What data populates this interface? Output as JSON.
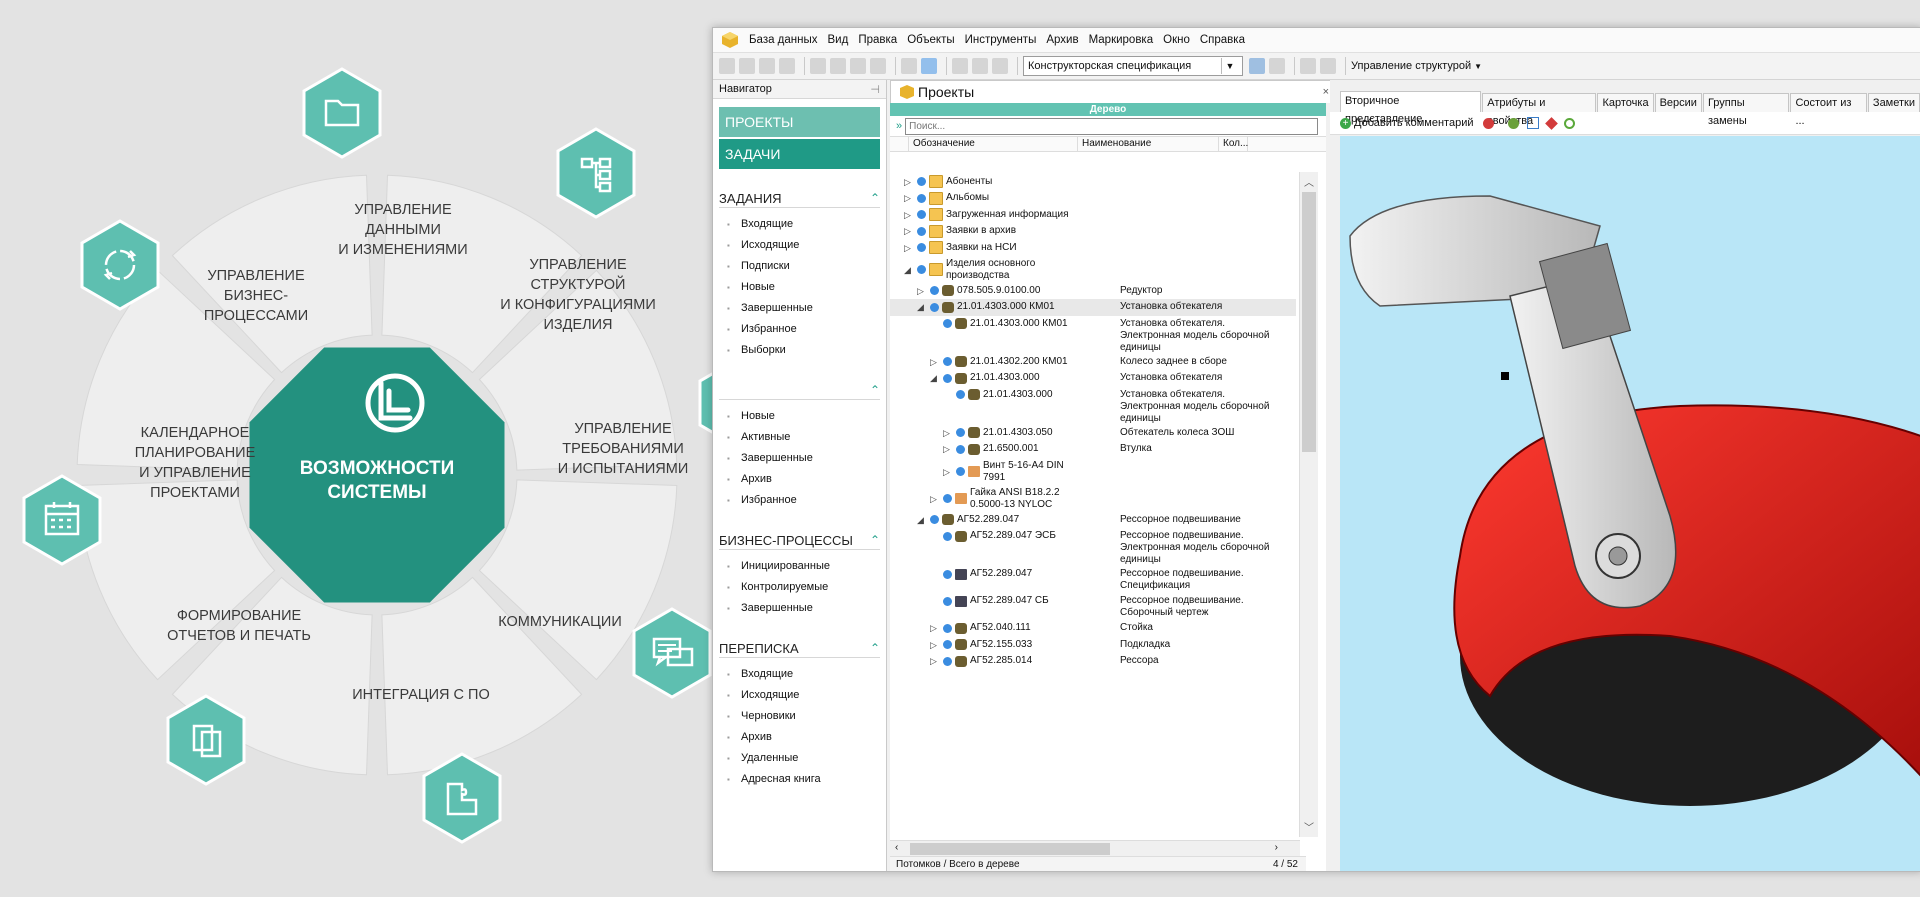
{
  "wheel": {
    "center_label": "ВОЗМОЖНОСТИ\nСИСТЕМЫ",
    "segments": [
      {
        "label": "УПРАВЛЕНИЕ\nДАННЫМИ\nИ ИЗМЕНЕНИЯМИ",
        "icon": "folder-icon"
      },
      {
        "label": "УПРАВЛЕНИЕ\nСТРУКТУРОЙ\nИ КОНФИГУРАЦИЯМИ\nИЗДЕЛИЯ",
        "icon": "hierarchy-icon"
      },
      {
        "label": "УПРАВЛЕНИЕ\nТРЕБОВАНИЯМИ\nИ ИСПЫТАНИЯМИ",
        "icon": "gear-wrench-icon"
      },
      {
        "label": "КОММУНИКАЦИИ",
        "icon": "chat-icon"
      },
      {
        "label": "ИНТЕГРАЦИЯ С ПО",
        "icon": "puzzle-icon"
      },
      {
        "label": "ФОРМИРОВАНИЕ\nОТЧЕТОВ И ПЕЧАТЬ",
        "icon": "documents-icon"
      },
      {
        "label": "КАЛЕНДАРНОЕ\nПЛАНИРОВАНИЕ\nИ УПРАВЛЕНИЕ\nПРОЕКТАМИ",
        "icon": "calendar-icon"
      },
      {
        "label": "УПРАВЛЕНИЕ\nБИЗНЕС-\nПРОЦЕССАМИ",
        "icon": "cycle-arrows-icon"
      }
    ],
    "accent": "#5ebfb0",
    "center_color": "#23917f"
  },
  "menu": [
    "База данных",
    "Вид",
    "Правка",
    "Объекты",
    "Инструменты",
    "Архив",
    "Маркировка",
    "Окно",
    "Справка"
  ],
  "toolbar": {
    "spec_combo": "Конструкторская спецификация",
    "structure_menu": "Управление структурой"
  },
  "navigator": {
    "title": "Навигатор",
    "projects": "ПРОЕКТЫ",
    "tasks": "ЗАДАЧИ",
    "sections": [
      {
        "title": "ЗАДАНИЯ",
        "items": [
          "Входящие",
          "Исходящие",
          "Подписки",
          "Новые",
          "Завершенные",
          "Избранное",
          "Выборки"
        ]
      },
      {
        "title": "",
        "items": [
          "Новые",
          "Активные",
          "Завершенные",
          "Архив",
          "Избранное"
        ]
      },
      {
        "title": "БИЗНЕС-ПРОЦЕССЫ",
        "items": [
          "Инициированные",
          "Контролируемые",
          "Завершенные"
        ]
      },
      {
        "title": "ПЕРЕПИСКА",
        "items": [
          "Входящие",
          "Исходящие",
          "Черновики",
          "Архив",
          "Удаленные",
          "Адресная книга"
        ]
      }
    ]
  },
  "projects_panel": {
    "tab": "Проекты",
    "tree_title": "Дерево",
    "search_placeholder": "Поиск...",
    "columns": [
      "Обозначение",
      "Наименование",
      "Кол..."
    ],
    "rows": [
      {
        "code": "Абоненты",
        "name": "",
        "icon": "fold",
        "indent": 0,
        "exp": "▷"
      },
      {
        "code": "Альбомы",
        "name": "",
        "icon": "fold",
        "indent": 0,
        "exp": "▷"
      },
      {
        "code": "Загруженная информация",
        "name": "",
        "icon": "fold",
        "indent": 0,
        "exp": "▷"
      },
      {
        "code": "Заявки в архив",
        "name": "",
        "icon": "fold",
        "indent": 0,
        "exp": "▷"
      },
      {
        "code": "Заявки на НСИ",
        "name": "",
        "icon": "fold",
        "indent": 0,
        "exp": "▷"
      },
      {
        "code": "Изделия основного\nпроизводства",
        "name": "",
        "icon": "fold",
        "indent": 0,
        "exp": "◢"
      },
      {
        "code": "078.505.9.0100.00",
        "name": "Редуктор",
        "icon": "asm",
        "indent": 1,
        "exp": "▷"
      },
      {
        "code": "21.01.4303.000 КМ01",
        "name": "Установка обтекателя",
        "icon": "asm",
        "indent": 1,
        "exp": "◢",
        "sel": true
      },
      {
        "code": "21.01.4303.000 КМ01",
        "name": "Установка обтекателя.\nЭлектронная модель сборочной\nединицы",
        "icon": "asm",
        "indent": 2,
        "exp": ""
      },
      {
        "code": "21.01.4302.200 КМ01",
        "name": "Колесо заднее в сборе",
        "icon": "asm",
        "indent": 2,
        "exp": "▷"
      },
      {
        "code": "21.01.4303.000",
        "name": "Установка обтекателя",
        "icon": "asm",
        "indent": 2,
        "exp": "◢"
      },
      {
        "code": "21.01.4303.000",
        "name": "Установка обтекателя.\nЭлектронная модель сборочной\nединицы",
        "icon": "asm",
        "indent": 3,
        "exp": ""
      },
      {
        "code": "21.01.4303.050",
        "name": "Обтекатель колеса ЗОШ",
        "icon": "asm",
        "indent": 3,
        "exp": "▷"
      },
      {
        "code": "21.6500.001",
        "name": "Втулка",
        "icon": "asm",
        "indent": 3,
        "exp": "▷"
      },
      {
        "code": "Винт 5-16-A4 DIN\n7991",
        "name": "",
        "icon": "item",
        "indent": 3,
        "exp": "▷"
      },
      {
        "code": "Гайка ANSI B18.2.2\n0.5000-13 NYLOC",
        "name": "",
        "icon": "item",
        "indent": 2,
        "exp": "▷"
      },
      {
        "code": "АГ52.289.047",
        "name": "Рессорное подвешивание",
        "icon": "asm",
        "indent": 1,
        "exp": "◢"
      },
      {
        "code": "АГ52.289.047 ЭСБ",
        "name": "Рессорное подвешивание.\nЭлектронная модель сборочной\nединицы",
        "icon": "asm",
        "indent": 2,
        "exp": ""
      },
      {
        "code": "АГ52.289.047",
        "name": "Рессорное подвешивание.\nСпецификация",
        "icon": "doc",
        "indent": 2,
        "exp": ""
      },
      {
        "code": "АГ52.289.047 СБ",
        "name": "Рессорное подвешивание.\nСборочный чертеж",
        "icon": "doc",
        "indent": 2,
        "exp": ""
      },
      {
        "code": "АГ52.040.111",
        "name": "Стойка",
        "icon": "asm",
        "indent": 2,
        "exp": "▷"
      },
      {
        "code": "АГ52.155.033",
        "name": "Подкладка",
        "icon": "asm",
        "indent": 2,
        "exp": "▷"
      },
      {
        "code": "АГ52.285.014",
        "name": "Рессора",
        "icon": "asm",
        "indent": 2,
        "exp": "▷"
      }
    ],
    "status_label": "Потомков / Всего в дереве",
    "status_count": "4 / 52"
  },
  "right_panel": {
    "tabs": [
      "Вторичное представление",
      "Атрибуты и свойства",
      "Карточка",
      "Версии",
      "Группы замены",
      "Состоит из ...",
      "Заметки"
    ],
    "add_comment": "Добавить комментарий"
  }
}
